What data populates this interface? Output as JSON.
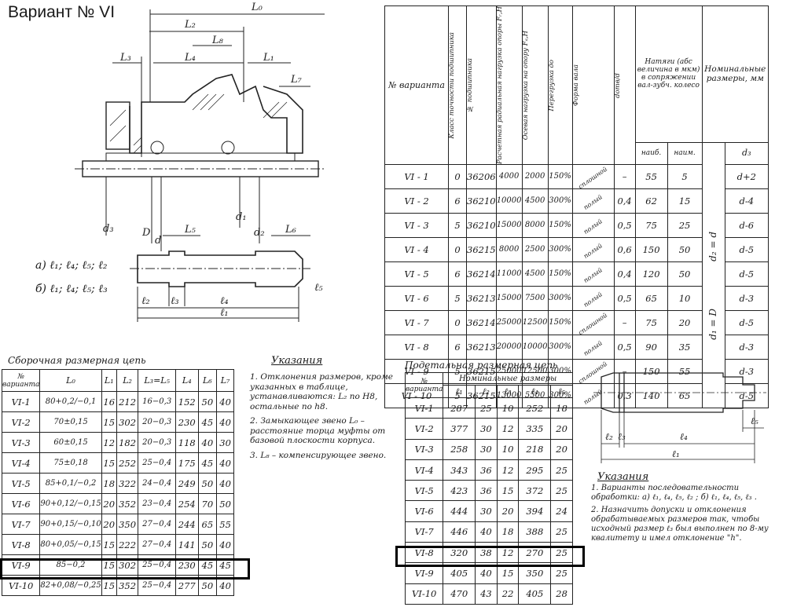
{
  "title": "Вариант № VI",
  "drawing": {
    "labels": {
      "L0": "L₀",
      "L2": "L₂",
      "L8": "L₈",
      "L3": "L₃",
      "L4": "L₄",
      "L1": "L₁",
      "L7": "L₇",
      "d3": "d₃",
      "D": "D",
      "d": "d",
      "d1": "d₁",
      "d2": "d₂",
      "L5": "L₅",
      "L6": "L₆"
    },
    "schema_a": "а) ℓ₁; ℓ₄; ℓ₅; ℓ₂",
    "schema_b": "б) ℓ₁; ℓ₄; ℓ₅; ℓ₃",
    "shaft_labels": {
      "l2": "ℓ₂",
      "l3": "ℓ₃",
      "l4": "ℓ₄",
      "l5": "ℓ₅",
      "l1": "ℓ₁"
    }
  },
  "main_table": {
    "headers": {
      "variant": "№ варианта",
      "accuracy": "Класс точности подшипника",
      "bearing": "№ подшипника",
      "radial": "Расчетная радиальная нагрузка опоры Fᵣ,Н",
      "axial": "Осевая нагрузка на опору Fₐ,Н",
      "overload": "Перегрузка до",
      "shape": "Форма вала",
      "ratio": "dотв/d",
      "interference": "Натяги (абс величина в мкм) в сопряжении вал-зубч. колесо",
      "max": "наиб.",
      "min": "наим.",
      "nominal": "Номинальные размеры, мм",
      "d3": "d₃",
      "d2eq": "d₂ = d",
      "d1eq": "d₁ = D"
    },
    "rows": [
      {
        "v": "VI - 1",
        "acc": "0",
        "b": "36206",
        "fr": "4000",
        "fa": "2000",
        "ov": "150%",
        "shape": "сплошной",
        "ratio": "–",
        "max": "55",
        "min": "5",
        "d3": "d+2"
      },
      {
        "v": "VI - 2",
        "acc": "6",
        "b": "36210",
        "fr": "10000",
        "fa": "4500",
        "ov": "300%",
        "shape": "полый",
        "ratio": "0,4",
        "max": "62",
        "min": "15",
        "d3": "d-4"
      },
      {
        "v": "VI - 3",
        "acc": "5",
        "b": "36210",
        "fr": "15000",
        "fa": "8000",
        "ov": "150%",
        "shape": "полый",
        "ratio": "0,5",
        "max": "75",
        "min": "25",
        "d3": "d-6"
      },
      {
        "v": "VI - 4",
        "acc": "0",
        "b": "36215",
        "fr": "8000",
        "fa": "2500",
        "ov": "300%",
        "shape": "полый",
        "ratio": "0,6",
        "max": "150",
        "min": "50",
        "d3": "d-5"
      },
      {
        "v": "VI - 5",
        "acc": "6",
        "b": "36214",
        "fr": "11000",
        "fa": "4500",
        "ov": "150%",
        "shape": "полый",
        "ratio": "0,4",
        "max": "120",
        "min": "50",
        "d3": "d-5"
      },
      {
        "v": "VI - 6",
        "acc": "5",
        "b": "36213",
        "fr": "15000",
        "fa": "7500",
        "ov": "300%",
        "shape": "полый",
        "ratio": "0,5",
        "max": "65",
        "min": "10",
        "d3": "d-3"
      },
      {
        "v": "VI - 7",
        "acc": "0",
        "b": "36214",
        "fr": "25000",
        "fa": "12500",
        "ov": "150%",
        "shape": "сплошной",
        "ratio": "–",
        "max": "75",
        "min": "20",
        "d3": "d-5"
      },
      {
        "v": "VI - 8",
        "acc": "6",
        "b": "36213",
        "fr": "20000",
        "fa": "10000",
        "ov": "300%",
        "shape": "полый",
        "ratio": "0,5",
        "max": "90",
        "min": "35",
        "d3": "d-3"
      },
      {
        "v": "VI - 9",
        "acc": "5",
        "b": "36215",
        "fr": "25000",
        "fa": "12500",
        "ov": "300%",
        "shape": "сплошной",
        "ratio": "–",
        "max": "150",
        "min": "55",
        "d3": "d-3"
      },
      {
        "v": "VI - 10",
        "acc": "5",
        "b": "36215",
        "fr": "13000",
        "fa": "5500",
        "ov": "300%",
        "shape": "полый",
        "ratio": "0,3",
        "max": "140",
        "min": "65",
        "d3": "d-5"
      }
    ]
  },
  "assembly": {
    "caption": "Сборочная размерная цепь",
    "headers": [
      "№ варианта",
      "L₀",
      "L₁",
      "L₂",
      "L₃=L₅",
      "L₄",
      "L₆",
      "L₇"
    ],
    "rows": [
      [
        "VI-1",
        "80+0,2/−0,1",
        "16",
        "212",
        "16−0,3",
        "152",
        "50",
        "40"
      ],
      [
        "VI-2",
        "70±0,15",
        "15",
        "302",
        "20−0,3",
        "230",
        "45",
        "40"
      ],
      [
        "VI-3",
        "60±0,15",
        "12",
        "182",
        "20−0,3",
        "118",
        "40",
        "30"
      ],
      [
        "VI-4",
        "75±0,18",
        "15",
        "252",
        "25−0,4",
        "175",
        "45",
        "40"
      ],
      [
        "VI-5",
        "85+0,1/−0,2",
        "18",
        "322",
        "24−0,4",
        "249",
        "50",
        "40"
      ],
      [
        "VI-6",
        "90+0,12/−0,15",
        "20",
        "352",
        "23−0,4",
        "254",
        "70",
        "50"
      ],
      [
        "VI-7",
        "90+0,15/−0,10",
        "20",
        "350",
        "27−0,4",
        "244",
        "65",
        "55"
      ],
      [
        "VI-8",
        "80+0,05/−0,15",
        "15",
        "222",
        "27−0,4",
        "141",
        "50",
        "40"
      ],
      [
        "VI-9",
        "85−0,2",
        "15",
        "302",
        "25−0,4",
        "230",
        "45",
        "45"
      ],
      [
        "VI-10",
        "82+0,08/−0,25",
        "15",
        "352",
        "25−0,4",
        "277",
        "50",
        "40"
      ]
    ]
  },
  "instructions": {
    "title": "Указания",
    "items": [
      "1. Отклонения размеров, кроме указанных в таблице, устанавливаются: L₂ по Н8, остальные по h8.",
      "2. Замыкающее звено L₀ – расстояние торца муфты от базовой плоскости корпуса.",
      "3. L₈ – компенсирующее звено."
    ]
  },
  "detail": {
    "caption": "Подетальная размерная цепь",
    "header_top": "Номинальные   размеры",
    "headers": [
      "№ варианта",
      "ℓ₁",
      "ℓ₂",
      "ℓ₃",
      "ℓ₄",
      "ℓ₅"
    ],
    "rows": [
      [
        "VI-1",
        "287",
        "25",
        "10",
        "252",
        "18"
      ],
      [
        "VI-2",
        "377",
        "30",
        "12",
        "335",
        "20"
      ],
      [
        "VI-3",
        "258",
        "30",
        "10",
        "218",
        "20"
      ],
      [
        "VI-4",
        "343",
        "36",
        "12",
        "295",
        "25"
      ],
      [
        "VI-5",
        "423",
        "36",
        "15",
        "372",
        "25"
      ],
      [
        "VI-6",
        "444",
        "30",
        "20",
        "394",
        "24"
      ],
      [
        "VI-7",
        "446",
        "40",
        "18",
        "388",
        "25"
      ],
      [
        "VI-8",
        "320",
        "38",
        "12",
        "270",
        "25"
      ],
      [
        "VI-9",
        "405",
        "40",
        "15",
        "350",
        "25"
      ],
      [
        "VI-10",
        "470",
        "43",
        "22",
        "405",
        "28"
      ]
    ]
  },
  "detail_instructions": {
    "title": "Указания",
    "items": [
      "1. Варианты последовательности обработки: а) ℓ₁, ℓ₄, ℓ₅, ℓ₂ ;   б) ℓ₁, ℓ₄, ℓ₅, ℓ₃ .",
      "2. Назначить допуски и отклонения обрабатываемых размеров так, чтобы исходный размер ℓ₃ был выполнен по 8-му квалитету и имел отклонение \"h\"."
    ]
  },
  "small_shaft_labels": {
    "l2": "ℓ₂",
    "l3": "ℓ₃",
    "l4": "ℓ₄",
    "l5": "ℓ₅",
    "l1": "ℓ₁"
  }
}
